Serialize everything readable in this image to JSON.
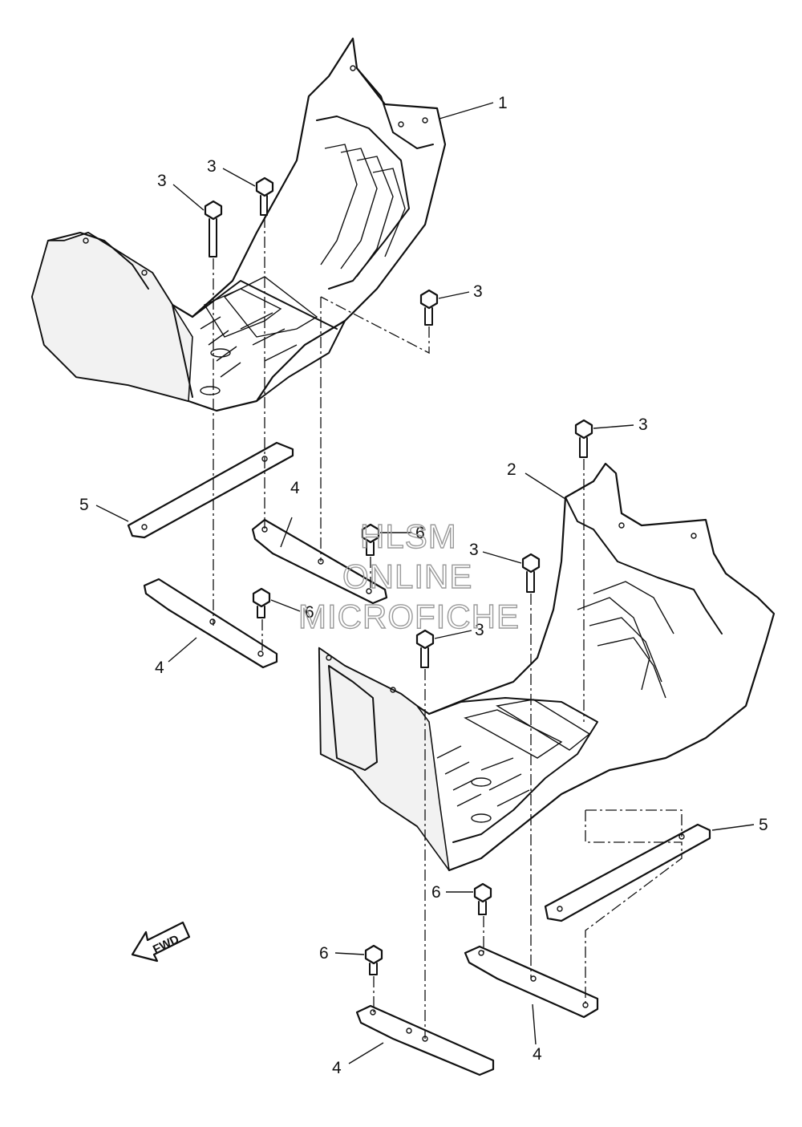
{
  "callouts": {
    "c1": "1",
    "c2": "2",
    "c3a": "3",
    "c3b": "3",
    "c3c": "3",
    "c3d": "3",
    "c3e": "3",
    "c3f": "3",
    "c4a": "4",
    "c4b": "4",
    "c4c": "4",
    "c4d": "4",
    "c5a": "5",
    "c5b": "5",
    "c6a": "6",
    "c6b": "6",
    "c6c": "6",
    "c6d": "6"
  },
  "watermark": {
    "line1": "HLSM",
    "line2": "ONLINE",
    "line3": "MICROFICHE"
  },
  "fwd_label": "FWD"
}
